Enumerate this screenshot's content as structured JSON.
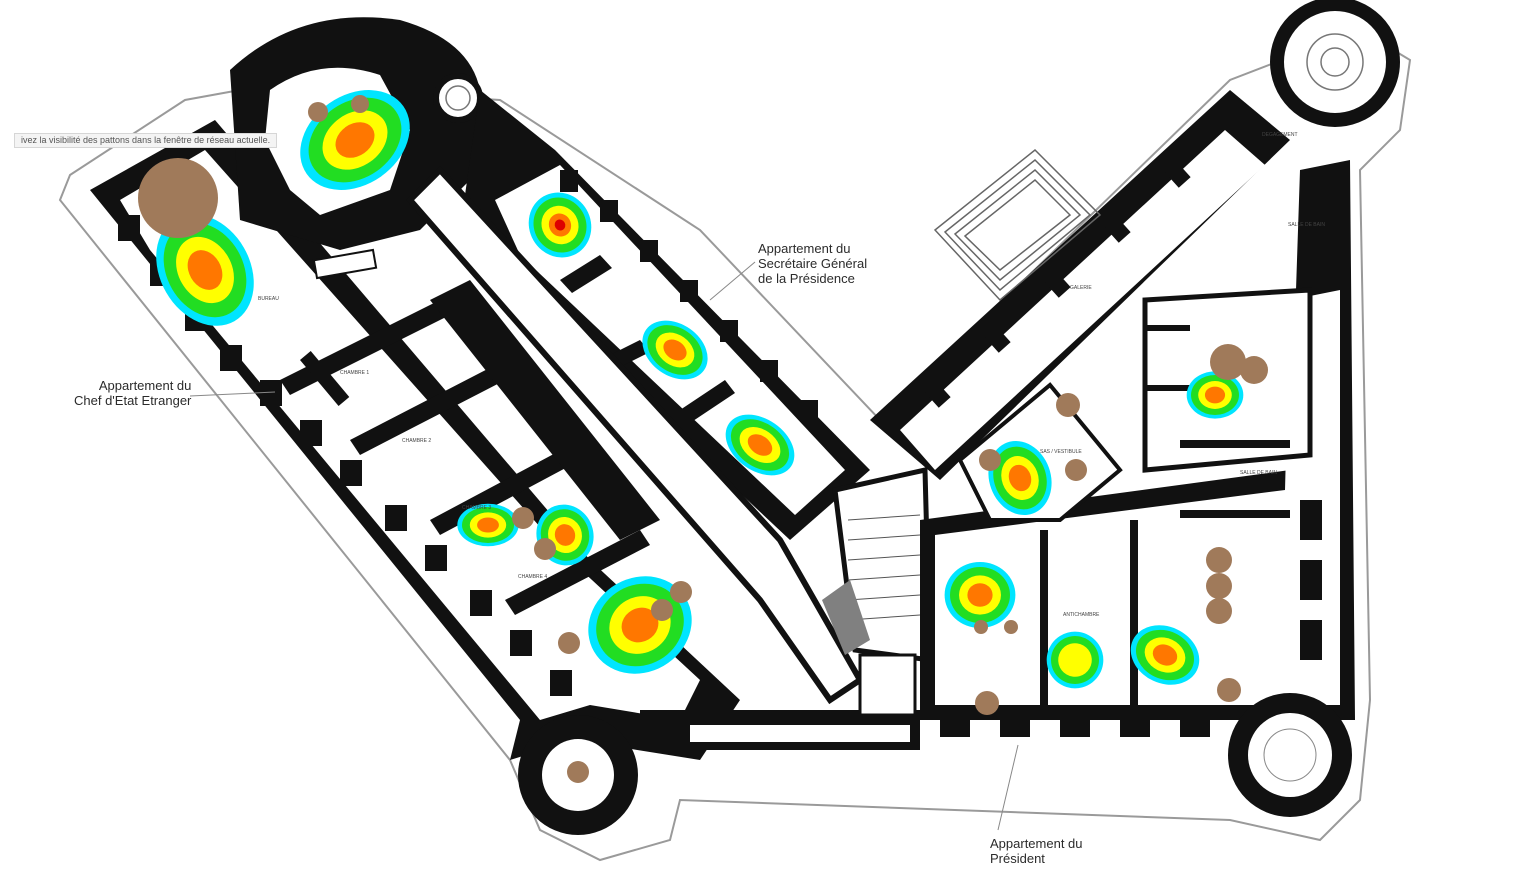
{
  "tooltip": "ivez la visibilité des pattons dans la fenêtre de réseau actuelle.",
  "callouts": {
    "foreign_head": [
      "Appartement du",
      "Chef d'Etat Etranger"
    ],
    "secretary": [
      "Appartement du",
      "Secrétaire Général",
      "de la Présidence"
    ],
    "president": [
      "Appartement du",
      "Président"
    ]
  },
  "rooms": {
    "bureau": "BUREAU",
    "chambre_1": "CHAMBRE 1",
    "chambre_2": "CHAMBRE 2",
    "chambre_3": "CHAMBRE 3",
    "chambre_4": "CHAMBRE 4",
    "galerie": "GALERIE",
    "degagement": "DEGAGEMENT",
    "salle_de_bain_1": "SALLE DE BAIN",
    "salle_de_bain_2": "SALLE DE BAIN",
    "antichambre": "ANTICHAMBRE",
    "vestibule": "SAS / VESTIBULE"
  },
  "colors": {
    "wall": "#000000",
    "heat_outer": "#00e5ff",
    "heat_green": "#22dd22",
    "heat_yellow": "#ffff00",
    "heat_orange": "#ff7700",
    "heat_red": "#dd0000",
    "furniture": "#a07a5a"
  }
}
